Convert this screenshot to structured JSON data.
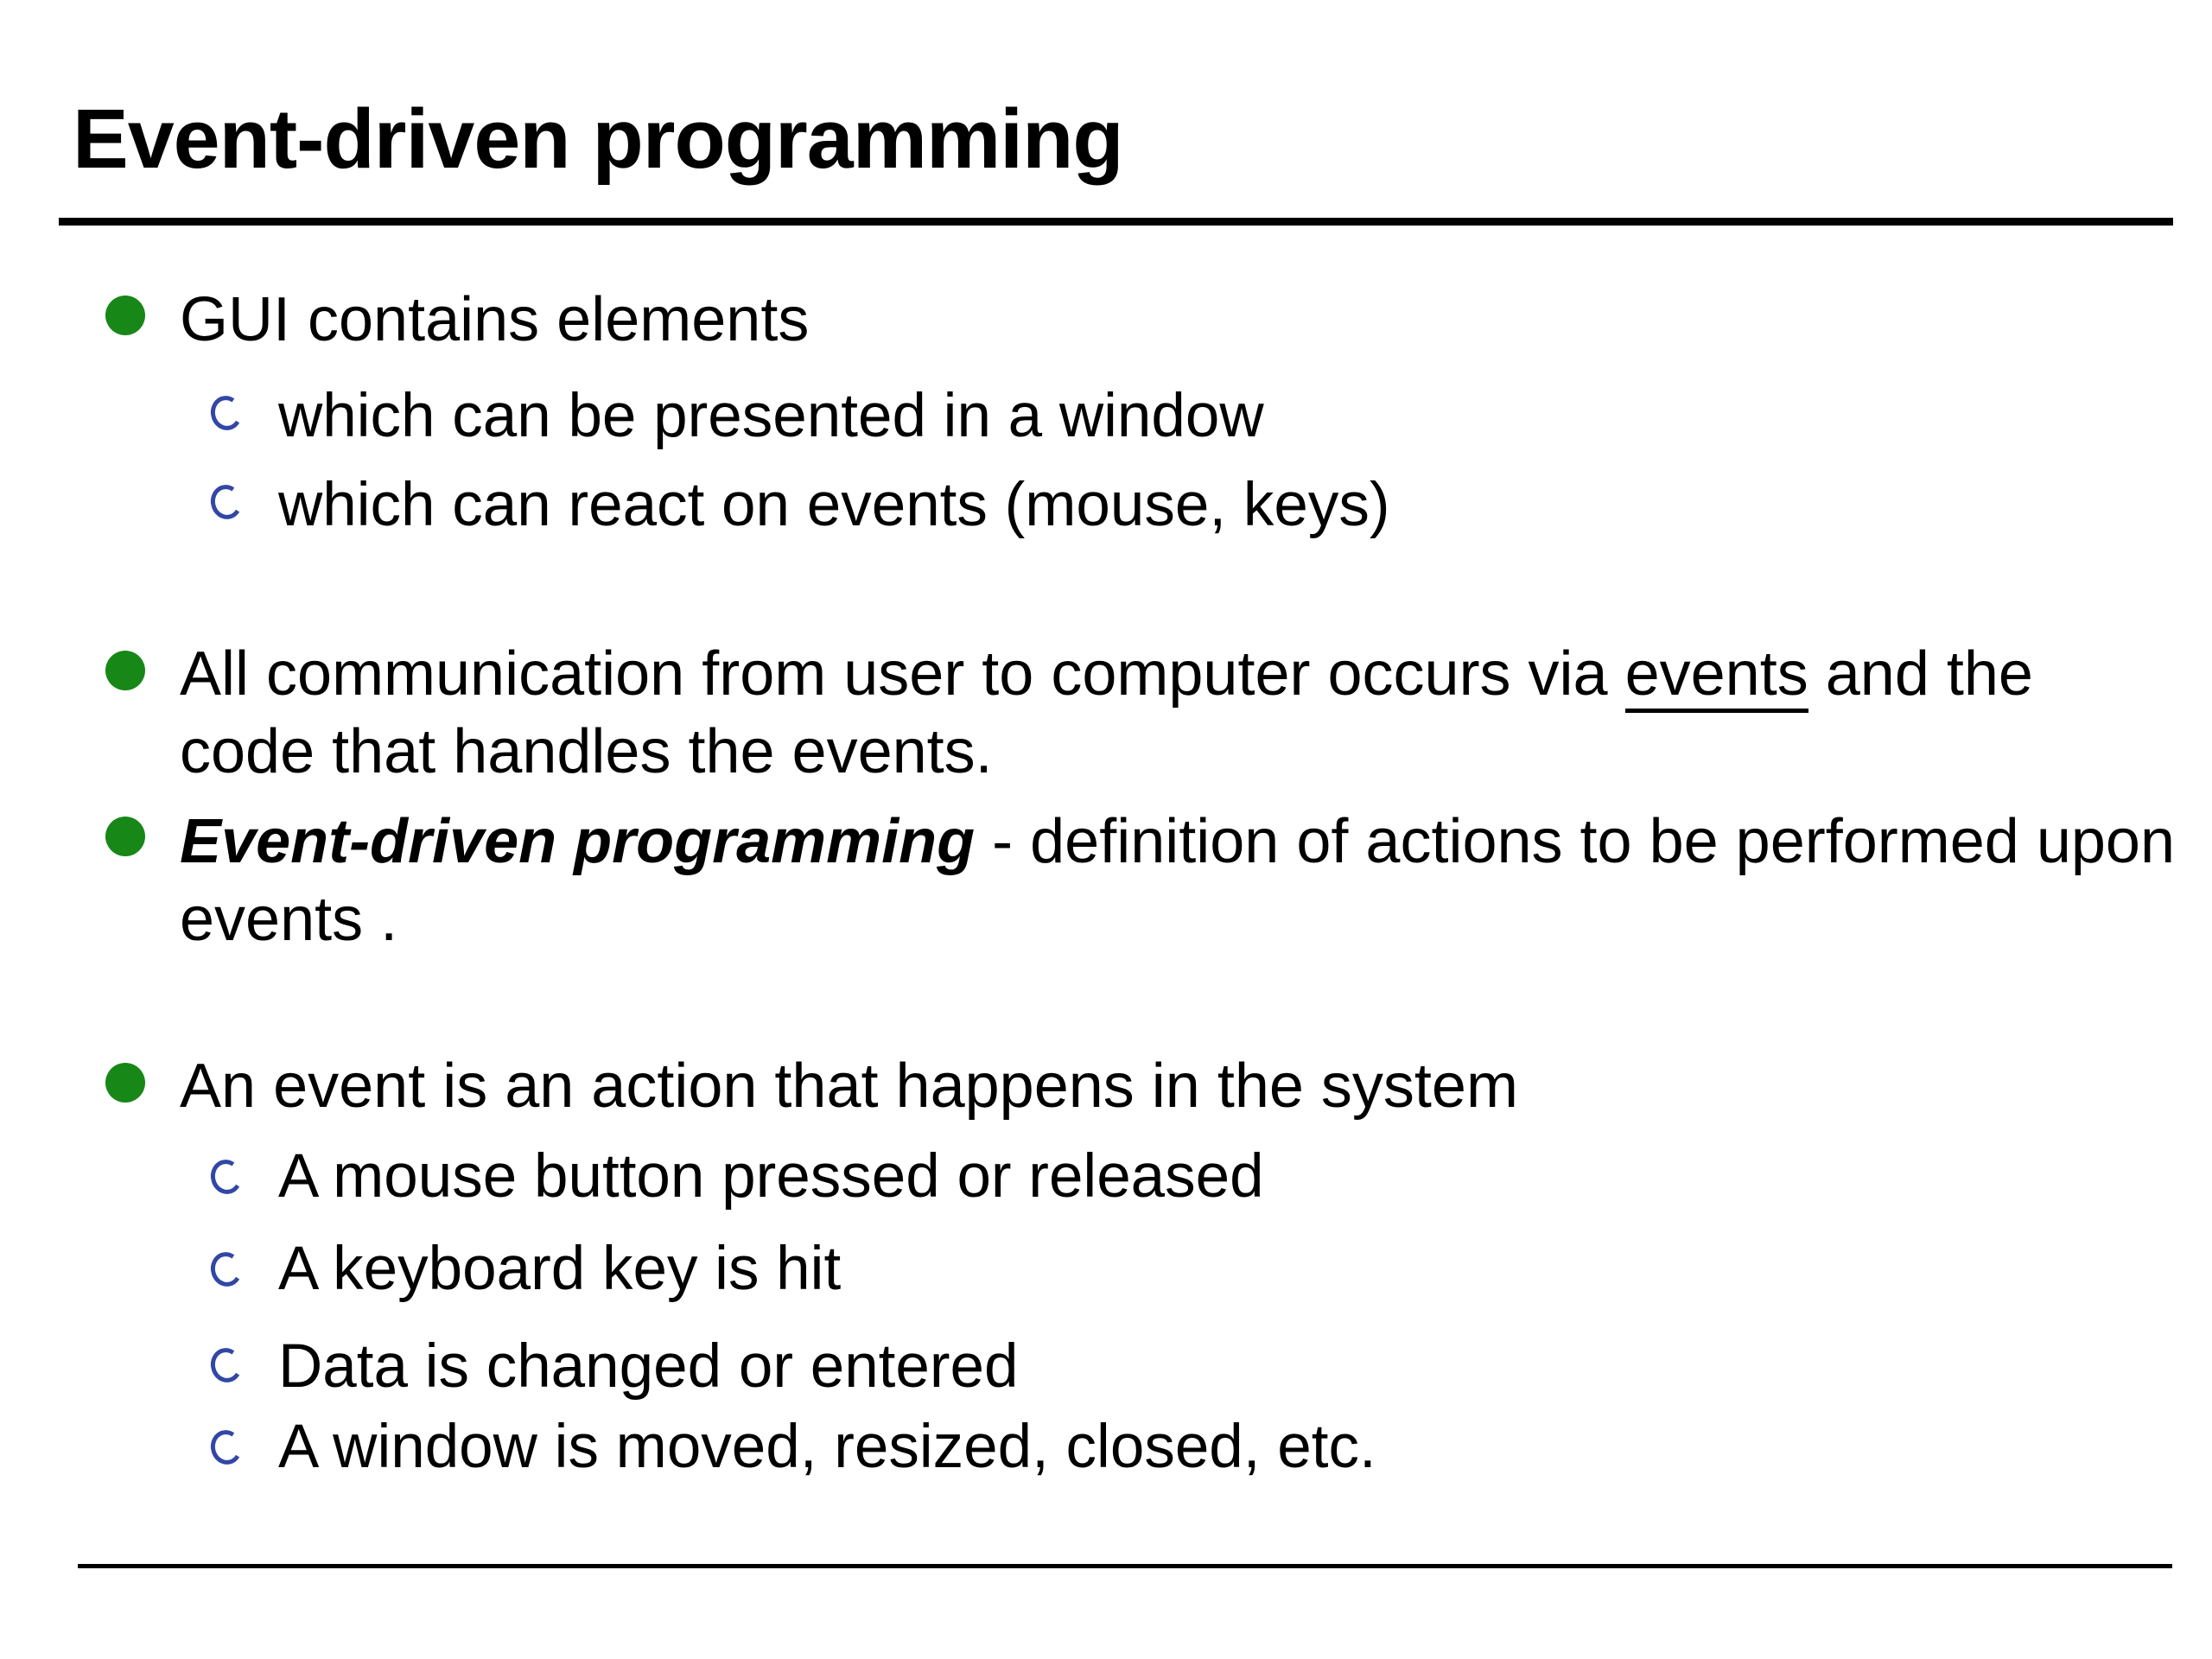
{
  "slide": {
    "title": "Event-driven programming",
    "colors": {
      "background": "#ffffff",
      "text": "#000000",
      "bullet_green": "#178717",
      "sub_bullet_blue": "#3247a5",
      "divider": "#000000"
    },
    "item1": {
      "text": "GUI contains elements",
      "sub1": "which can be presented in a window",
      "sub2": "which can react on events (mouse, keys)"
    },
    "item2": {
      "line1_pre": "All communication from user to computer occurs via ",
      "line1_underline": "events",
      "line1_post": " and the",
      "line2": "code that handles the events."
    },
    "item3": {
      "emphasis": "Event-driven programming",
      "rest": " - definition of actions to be performed upon",
      "line2": "events ."
    },
    "item4": {
      "text": "An event is an action that happens in the system",
      "sub1": "A mouse button pressed or released",
      "sub2": "A keyboard key is hit",
      "sub3": "Data is changed or entered",
      "sub4": "A window is moved, resized, closed, etc."
    }
  }
}
